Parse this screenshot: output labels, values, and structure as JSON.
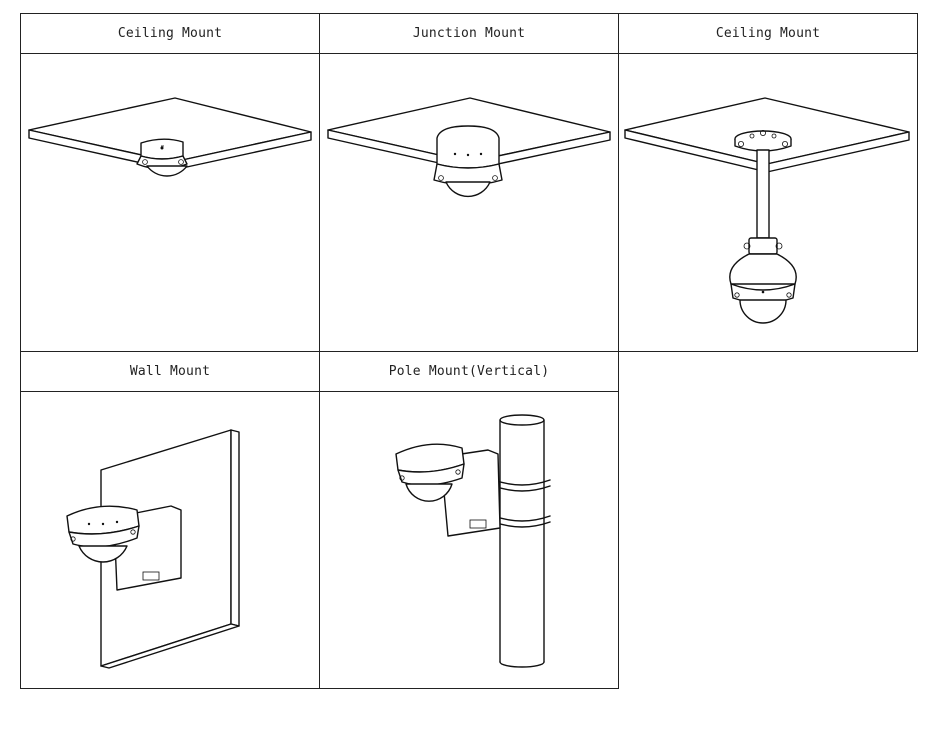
{
  "mount_options": [
    {
      "label": "Ceiling Mount"
    },
    {
      "label": "Junction Mount"
    },
    {
      "label": "Ceiling Mount"
    },
    {
      "label": "Wall Mount"
    },
    {
      "label": "Pole Mount(Vertical)"
    }
  ],
  "colors": {
    "line": "#111111",
    "background": "#ffffff"
  }
}
